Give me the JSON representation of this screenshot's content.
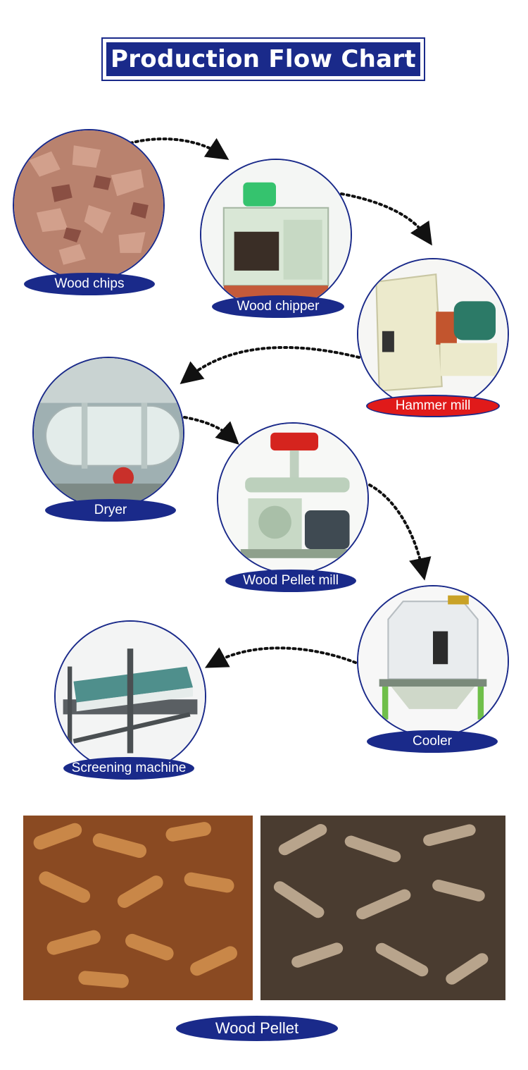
{
  "title": "Production Flow Chart",
  "steps": {
    "wood_chips": "Wood chips",
    "wood_chipper": "Wood chipper",
    "hammer_mill": "Hammer mill",
    "dryer": "Dryer",
    "pellet_mill": "Wood Pellet mill",
    "cooler": "Cooler",
    "screening": "Screening machine"
  },
  "product_label": "Wood Pellet",
  "colors": {
    "navy": "#1a2a8a",
    "accent_red": "#e01a1a",
    "arrow": "#111111"
  }
}
